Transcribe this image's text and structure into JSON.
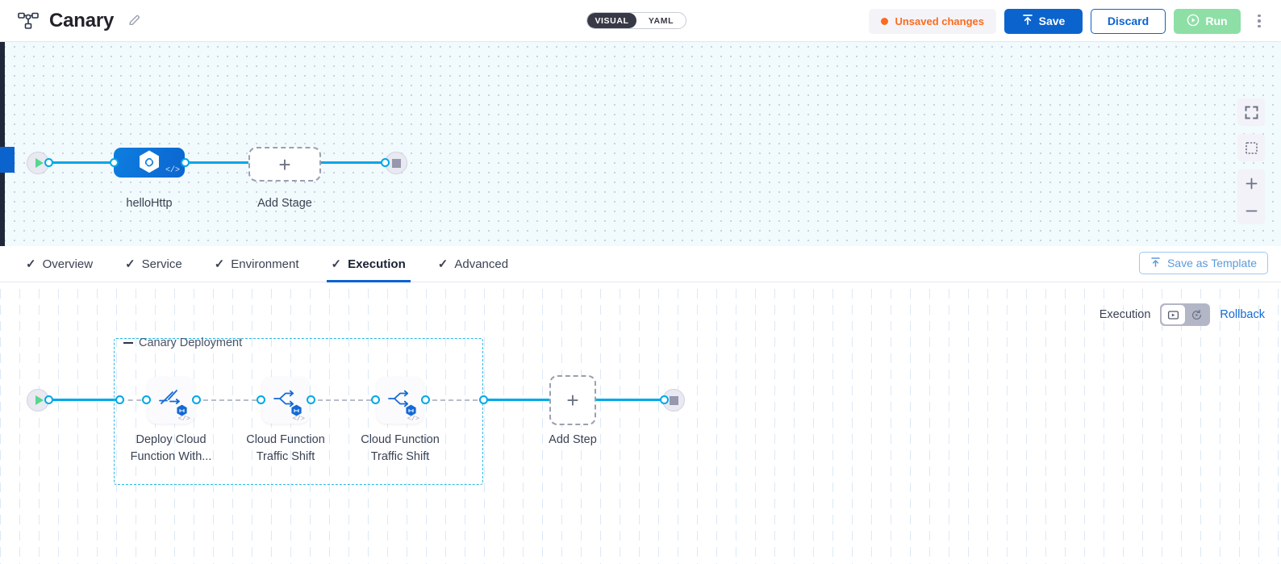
{
  "header": {
    "pipeline_icon": "pipeline-nodes-icon",
    "title": "Canary",
    "edit_icon": "pencil-icon",
    "view_toggle": {
      "visual": "VISUAL",
      "yaml": "YAML",
      "selected": "VISUAL"
    },
    "unsaved_label": "Unsaved changes",
    "unsaved_color": "#fb6b20",
    "save_label": "Save",
    "save_icon": "upload-icon",
    "discard_label": "Discard",
    "run_label": "Run",
    "run_icon": "play-circle-icon",
    "menu_icon": "kebab-menu-icon"
  },
  "canvas_top": {
    "start_icon": "play-icon",
    "end_icon": "stop-icon",
    "stage": {
      "label": "helloHttp",
      "icon": "hexagon-link-icon",
      "code_glyph": "</>"
    },
    "add_stage": {
      "label": "Add Stage",
      "icon": "plus-icon"
    },
    "controls": [
      {
        "name": "fullscreen-icon"
      },
      {
        "name": "fit-screen-icon"
      },
      {
        "name": "zoom-in-icon"
      },
      {
        "name": "zoom-out-icon"
      }
    ]
  },
  "tabs": [
    {
      "label": "Overview",
      "active": false,
      "icon": "check-icon"
    },
    {
      "label": "Service",
      "active": false,
      "icon": "check-icon"
    },
    {
      "label": "Environment",
      "active": false,
      "icon": "check-icon"
    },
    {
      "label": "Execution",
      "active": true,
      "icon": "check-icon"
    },
    {
      "label": "Advanced",
      "active": false,
      "icon": "check-icon"
    }
  ],
  "save_as_template": {
    "label": "Save as Template",
    "icon": "upload-icon"
  },
  "execution_bar": {
    "label": "Execution",
    "toggle_left_icon": "execution-icon",
    "toggle_right_icon": "rollback-icon",
    "selected": "execution",
    "rollback_label": "Rollback"
  },
  "canvas_bottom": {
    "start_icon": "play-icon",
    "end_icon": "stop-icon",
    "group": {
      "title": "Canary Deployment",
      "steps": [
        {
          "label_line1": "Deploy Cloud",
          "label_line2": "Function With...",
          "icon": "deploy-function-icon",
          "badge": "hexagon-badge-icon",
          "code_glyph": "</>"
        },
        {
          "label_line1": "Cloud Function",
          "label_line2": "Traffic Shift",
          "icon": "traffic-shift-icon",
          "badge": "hexagon-badge-icon",
          "code_glyph": "</>"
        },
        {
          "label_line1": "Cloud Function",
          "label_line2": "Traffic Shift",
          "icon": "traffic-shift-icon",
          "badge": "hexagon-badge-icon",
          "code_glyph": "</>"
        }
      ]
    },
    "add_step": {
      "label": "Add Step",
      "icon": "plus-icon"
    }
  },
  "colors": {
    "accent_blue": "#0b63ce",
    "wire_cyan": "#00a8e8",
    "group_border": "#27b9e8",
    "warning_orange": "#fb6b20",
    "run_green": "#8ddfa6"
  }
}
